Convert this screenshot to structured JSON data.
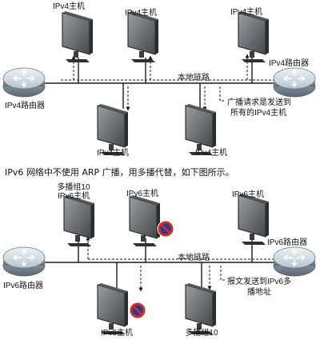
{
  "diagram_top": {
    "hosts": [
      {
        "label": "IPv4主机"
      },
      {
        "label": "IPv4主机"
      },
      {
        "label": "IPv4主机"
      },
      {
        "label": "IPv4主机"
      },
      {
        "label": "IPv4主机"
      }
    ],
    "router_left": "IPv4路由器",
    "router_right": "IPv4路由器",
    "link_label": "本地链路",
    "note_line1": "广播请求是发送到",
    "note_line2": "所有的IPv4主机"
  },
  "caption": "IPv6 网络中不使用 ARP 广播，用多播代替，如下图所示。",
  "diagram_bottom": {
    "hosts": [
      {
        "label": "IPv6主机",
        "group": "多播组10"
      },
      {
        "label": "IPv6主机"
      },
      {
        "label": "IPv6主机"
      },
      {
        "label": "IPv6主机"
      },
      {
        "label": "多播组10"
      }
    ],
    "router_left": "IPv6路由器",
    "router_right": "IPv6路由器",
    "router_badge": "IPv6",
    "link_label": "本地链路",
    "note_line1": "报文发送到IPv6多",
    "note_line2": "播地址"
  },
  "colors": {
    "line": "#1a1a1a",
    "monitor_screen": "#6f7276",
    "monitor_frame": "#3a3c3f",
    "router_body": "#8e9ca8",
    "router_top": "#d7e0e8",
    "blocked_red": "#d52a24",
    "blocked_blue": "#1f3e9a"
  }
}
